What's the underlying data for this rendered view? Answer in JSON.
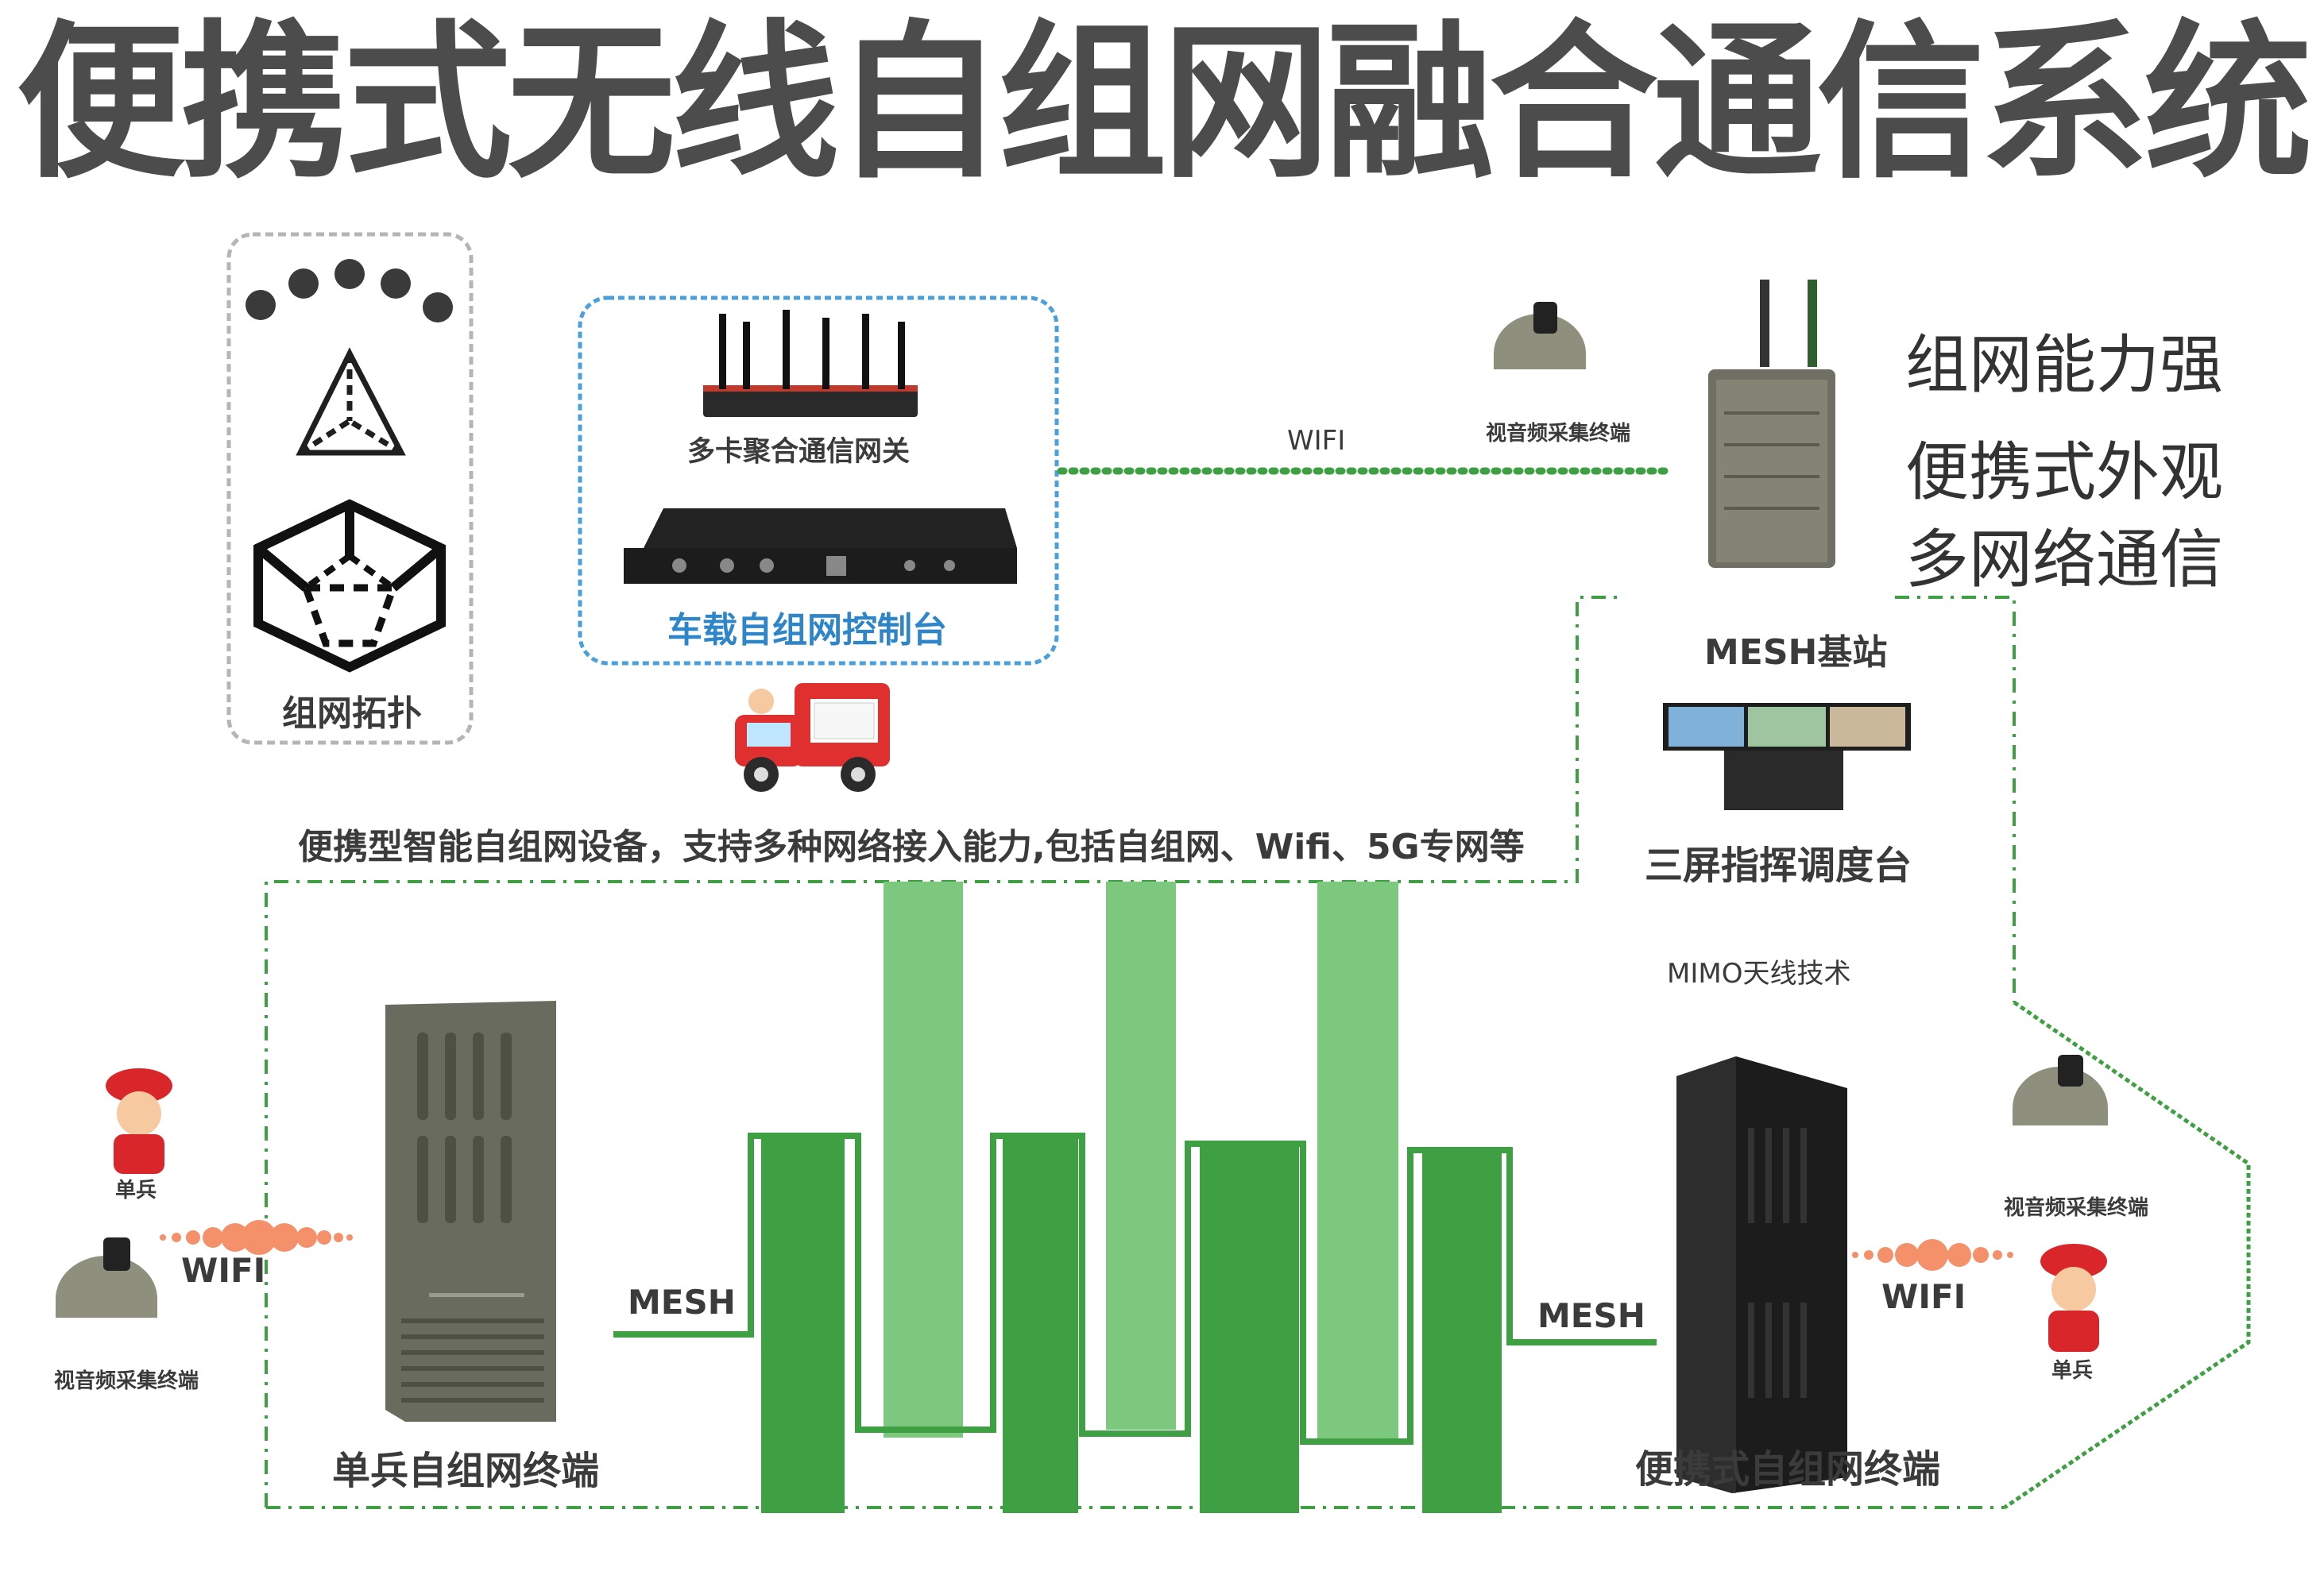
{
  "title": "便携式无线自组网融合通信系统",
  "topology": {
    "label": "组网拓扑",
    "icon": "network-topology-icon"
  },
  "control": {
    "gateway_label": "多卡聚合通信网关",
    "console_label": "车载自组网控制台"
  },
  "links": {
    "wifi_top": "WIFI",
    "wifi_left": "WIFI",
    "wifi_right": "WIFI",
    "mesh_left": "MESH",
    "mesh_right": "MESH",
    "mimo": "MIMO天线技术"
  },
  "features": [
    "组网能力强",
    "便携式外观",
    "多网络通信"
  ],
  "devices": {
    "av_terminal": "视音频采集终端",
    "mesh_base": "MESH基站",
    "three_screen": "三屏指挥调度台",
    "soldier": "单兵",
    "soldier_terminal": "单兵自组网终端",
    "portable_terminal": "便携式自组网终端"
  },
  "description": "便携型智能自组网设备，支持多种网络接入能力,包括自组网、Wifi、5G专网等",
  "colors": {
    "title": "#4c4c4c",
    "green": "#3fa043",
    "light_green": "#7cc87e",
    "blue": "#2e86c9",
    "orange": "#f4906a",
    "firefighter_red": "#d9262b"
  }
}
